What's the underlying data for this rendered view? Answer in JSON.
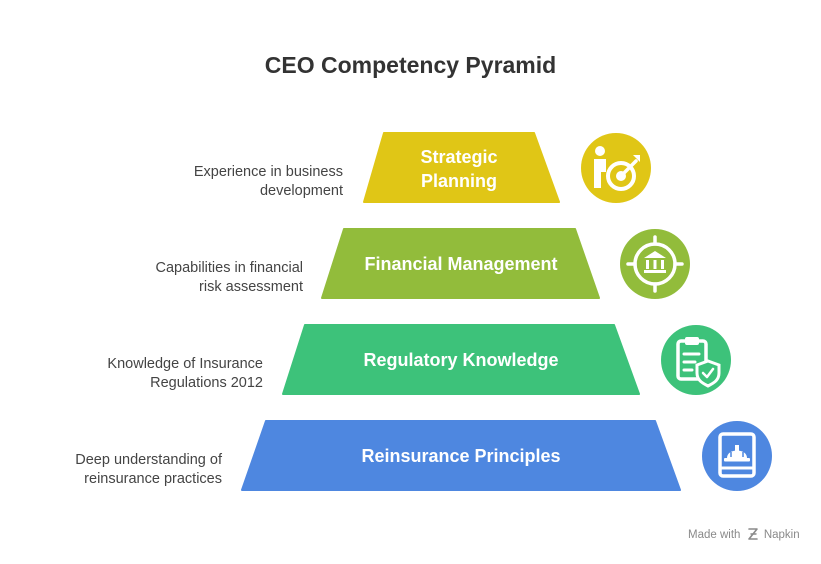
{
  "title": "CEO Competency Pyramid",
  "colors": {
    "strategic": "#E0C616",
    "financial": "#92BC3B",
    "regulatory": "#3DC27A",
    "reinsurance": "#4E87E0"
  },
  "levels": [
    {
      "label_lines": [
        "Strategic",
        "Planning"
      ],
      "description_lines": [
        "Experience in business",
        "development"
      ],
      "icon": "strategy-target-icon",
      "color": "#E0C616"
    },
    {
      "label_lines": [
        "Financial Management"
      ],
      "description_lines": [
        "Capabilities in financial",
        "risk assessment"
      ],
      "icon": "bank-icon",
      "color": "#92BC3B"
    },
    {
      "label_lines": [
        "Regulatory Knowledge"
      ],
      "description_lines": [
        "Knowledge of Insurance",
        "Regulations 2012"
      ],
      "icon": "clipboard-shield-icon",
      "color": "#3DC27A"
    },
    {
      "label_lines": [
        "Reinsurance Principles"
      ],
      "description_lines": [
        "Deep understanding of",
        "reinsurance practices"
      ],
      "icon": "book-helmet-icon",
      "color": "#4E87E0"
    }
  ],
  "footer": {
    "made_with": "Made with",
    "brand": "Napkin"
  }
}
